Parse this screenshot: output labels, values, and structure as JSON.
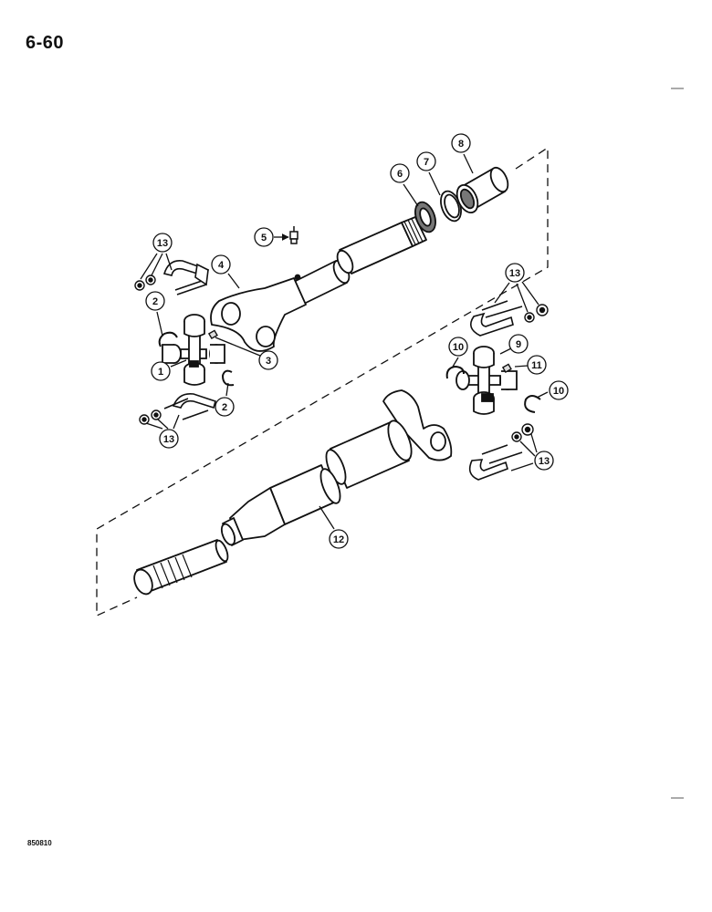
{
  "page": {
    "page_number": "6-60",
    "figure_code": "850810"
  },
  "diagram": {
    "callouts": [
      "1",
      "2",
      "2",
      "3",
      "4",
      "5",
      "6",
      "7",
      "8",
      "9",
      "10",
      "10",
      "11",
      "12",
      "13",
      "13",
      "13",
      "13"
    ]
  }
}
